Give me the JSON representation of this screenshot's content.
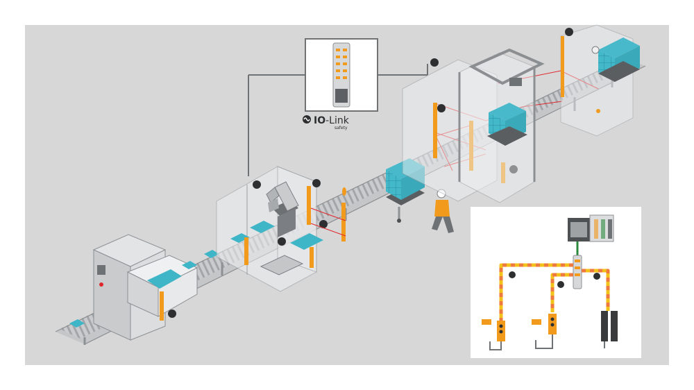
{
  "logo": {
    "brand_bold": "IO",
    "brand_rest": "-Link",
    "subtitle": "safety"
  },
  "colors": {
    "background": "#d7d7d8",
    "safety_orange": "#f29a1b",
    "conveyor_teal": "#3fb6c8",
    "laser_red": "#e0262d",
    "guard_glass": "#eef0f1",
    "cable_yellow": "#f2c21b",
    "cable_red": "#ef7a3e",
    "network_green": "#2c8a3d"
  },
  "icons": [
    "io-link-safety-icon",
    "robot-arm-icon",
    "worker-icon",
    "pallet-icon",
    "light-curtain-icon",
    "safety-switch-icon",
    "plc-icon",
    "io-link-master-icon"
  ]
}
